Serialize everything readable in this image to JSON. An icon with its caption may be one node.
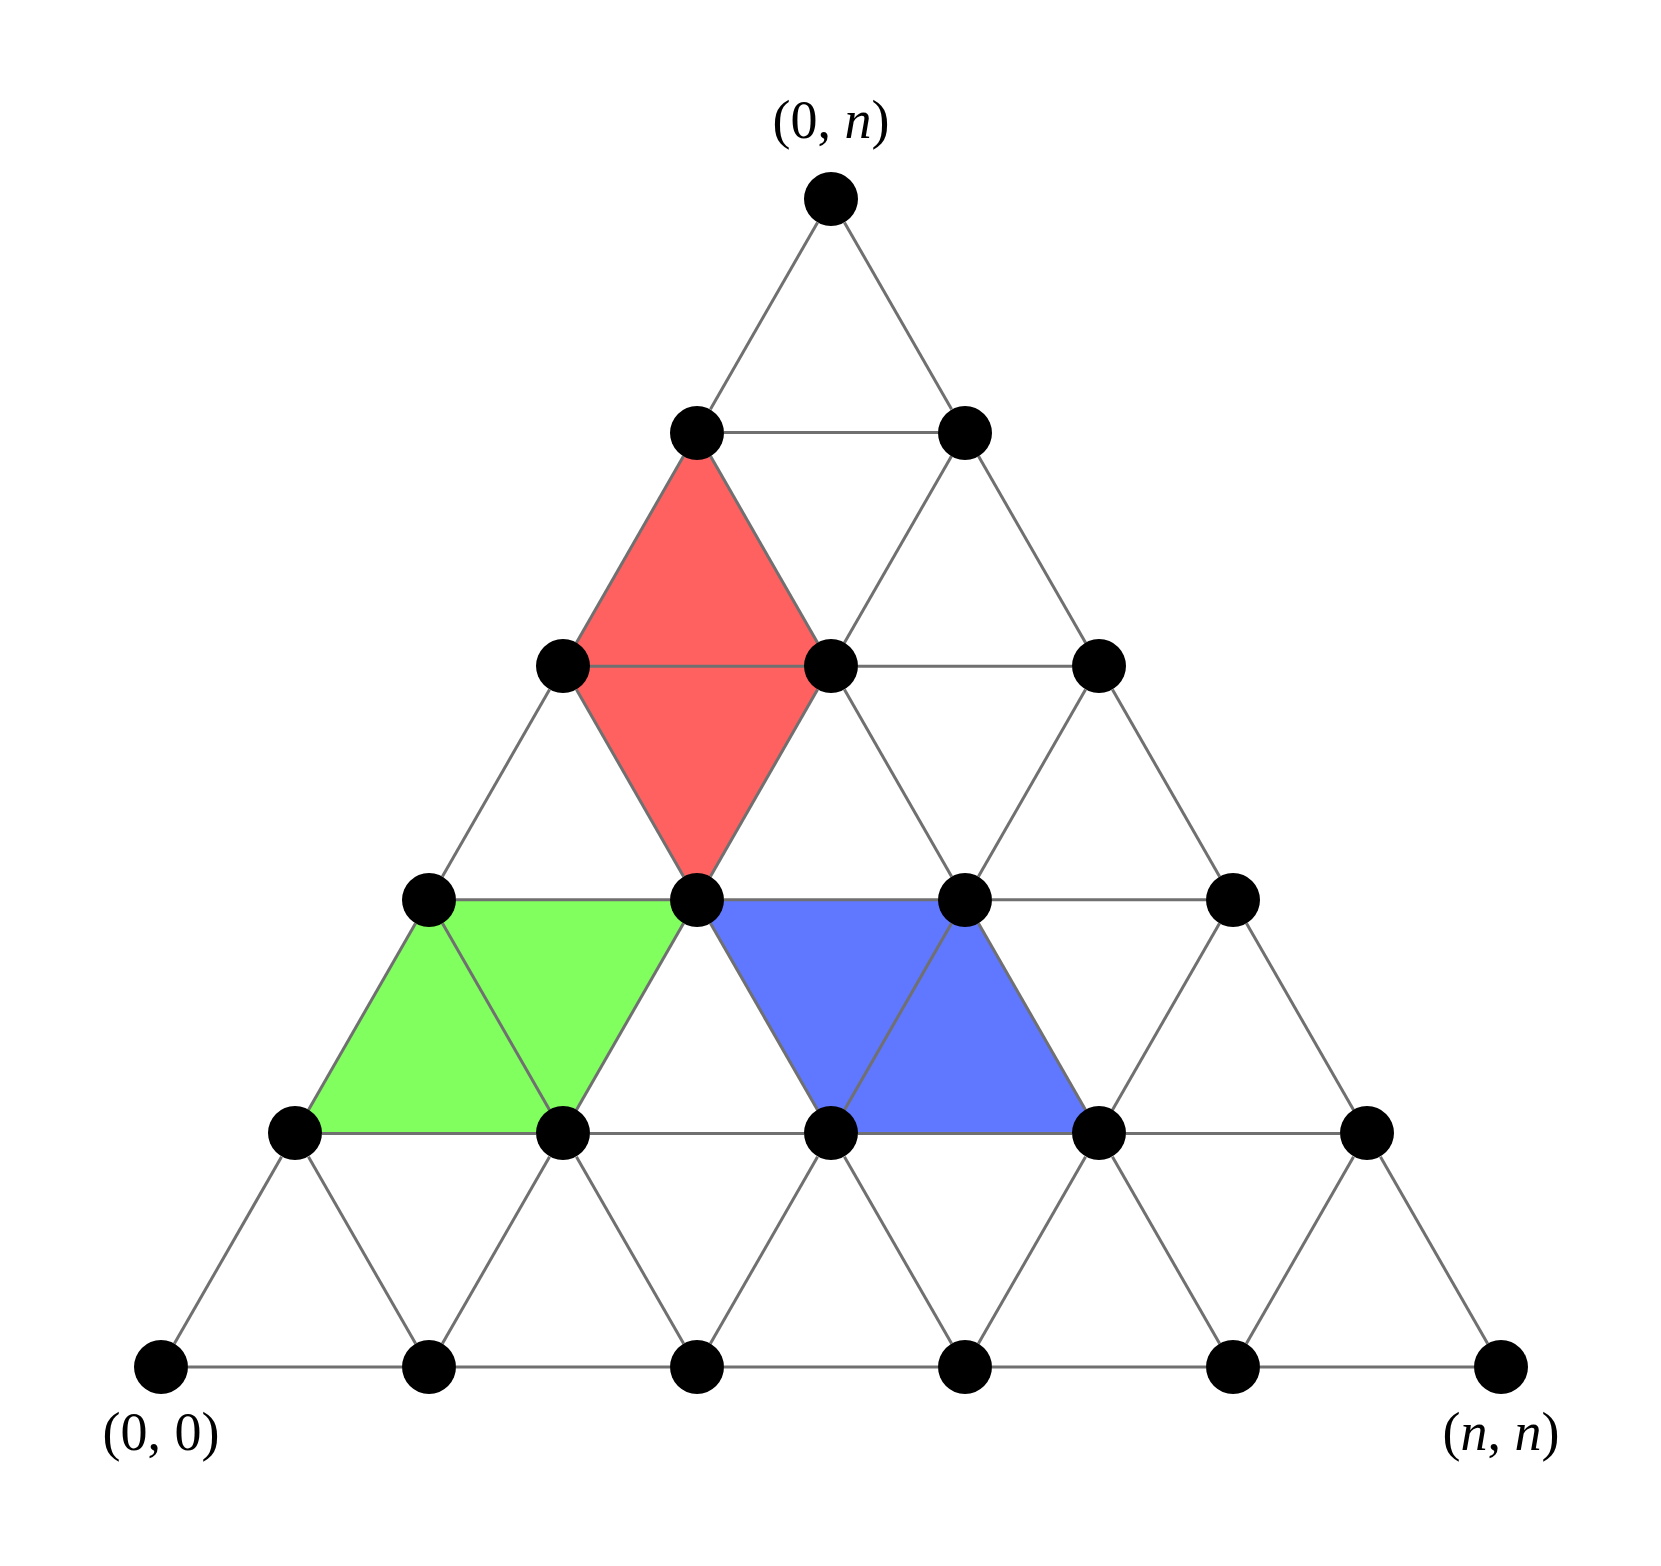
{
  "diagram": {
    "nodes": [
      {
        "text": [],
        "shape": "circle",
        "beside": [
          "(0, *n*)"
        ]
      },
      {
        "text": [],
        "shape": "circle"
      },
      {
        "text": [],
        "shape": "circle"
      },
      {
        "text": [],
        "shape": "circle"
      },
      {
        "text": [],
        "shape": "circle"
      },
      {
        "text": [],
        "shape": "circle"
      },
      {
        "text": [],
        "shape": "circle"
      },
      {
        "text": [],
        "shape": "circle"
      },
      {
        "text": [],
        "shape": "circle"
      },
      {
        "text": [],
        "shape": "circle"
      },
      {
        "text": [],
        "shape": "circle"
      },
      {
        "text": [],
        "shape": "circle"
      },
      {
        "text": [],
        "shape": "circle"
      },
      {
        "text": [],
        "shape": "circle"
      },
      {
        "text": [],
        "shape": "circle"
      },
      {
        "text": [],
        "shape": "circle",
        "beside": [
          "(0, 0)"
        ]
      },
      {
        "text": [],
        "shape": "circle"
      },
      {
        "text": [],
        "shape": "circle"
      },
      {
        "text": [],
        "shape": "circle"
      },
      {
        "text": [],
        "shape": "circle"
      },
      {
        "text": [],
        "shape": "circle",
        "beside": [
          "(*n*, *n*)"
        ]
      }
    ],
    "edges": [
      {
        "from": 0,
        "to": 1,
        "arrow": "none"
      },
      {
        "from": 0,
        "to": 2,
        "arrow": "none"
      },
      {
        "from": 1,
        "to": 2,
        "arrow": "none"
      },
      {
        "from": 1,
        "to": 3,
        "arrow": "none"
      },
      {
        "from": 1,
        "to": 4,
        "arrow": "none"
      },
      {
        "from": 2,
        "to": 4,
        "arrow": "none"
      },
      {
        "from": 2,
        "to": 5,
        "arrow": "none"
      },
      {
        "from": 3,
        "to": 4,
        "arrow": "none"
      },
      {
        "from": 3,
        "to": 6,
        "arrow": "none"
      },
      {
        "from": 3,
        "to": 7,
        "arrow": "none"
      },
      {
        "from": 4,
        "to": 5,
        "arrow": "none"
      },
      {
        "from": 4,
        "to": 7,
        "arrow": "none"
      },
      {
        "from": 4,
        "to": 8,
        "arrow": "none"
      },
      {
        "from": 5,
        "to": 8,
        "arrow": "none"
      },
      {
        "from": 5,
        "to": 9,
        "arrow": "none"
      },
      {
        "from": 6,
        "to": 7,
        "arrow": "none"
      },
      {
        "from": 6,
        "to": 10,
        "arrow": "none"
      },
      {
        "from": 6,
        "to": 11,
        "arrow": "none"
      },
      {
        "from": 7,
        "to": 8,
        "arrow": "none"
      },
      {
        "from": 7,
        "to": 11,
        "arrow": "none"
      },
      {
        "from": 7,
        "to": 12,
        "arrow": "none"
      },
      {
        "from": 8,
        "to": 9,
        "arrow": "none"
      },
      {
        "from": 8,
        "to": 12,
        "arrow": "none"
      },
      {
        "from": 8,
        "to": 13,
        "arrow": "none"
      },
      {
        "from": 9,
        "to": 13,
        "arrow": "none"
      },
      {
        "from": 9,
        "to": 14,
        "arrow": "none"
      },
      {
        "from": 10,
        "to": 11,
        "arrow": "none"
      },
      {
        "from": 10,
        "to": 15,
        "arrow": "none"
      },
      {
        "from": 10,
        "to": 16,
        "arrow": "none"
      },
      {
        "from": 11,
        "to": 12,
        "arrow": "none"
      },
      {
        "from": 11,
        "to": 16,
        "arrow": "none"
      },
      {
        "from": 11,
        "to": 17,
        "arrow": "none"
      },
      {
        "from": 12,
        "to": 13,
        "arrow": "none"
      },
      {
        "from": 12,
        "to": 17,
        "arrow": "none"
      },
      {
        "from": 12,
        "to": 18,
        "arrow": "none"
      },
      {
        "from": 13,
        "to": 14,
        "arrow": "none"
      },
      {
        "from": 13,
        "to": 18,
        "arrow": "none"
      },
      {
        "from": 13,
        "to": 19,
        "arrow": "none"
      },
      {
        "from": 14,
        "to": 19,
        "arrow": "none"
      },
      {
        "from": 14,
        "to": 20,
        "arrow": "none"
      },
      {
        "from": 15,
        "to": 16,
        "arrow": "none"
      },
      {
        "from": 16,
        "to": 17,
        "arrow": "none"
      },
      {
        "from": 17,
        "to": 18,
        "arrow": "none"
      },
      {
        "from": 18,
        "to": 19,
        "arrow": "none"
      },
      {
        "from": 19,
        "to": 20,
        "arrow": "none"
      }
    ]
  }
}
